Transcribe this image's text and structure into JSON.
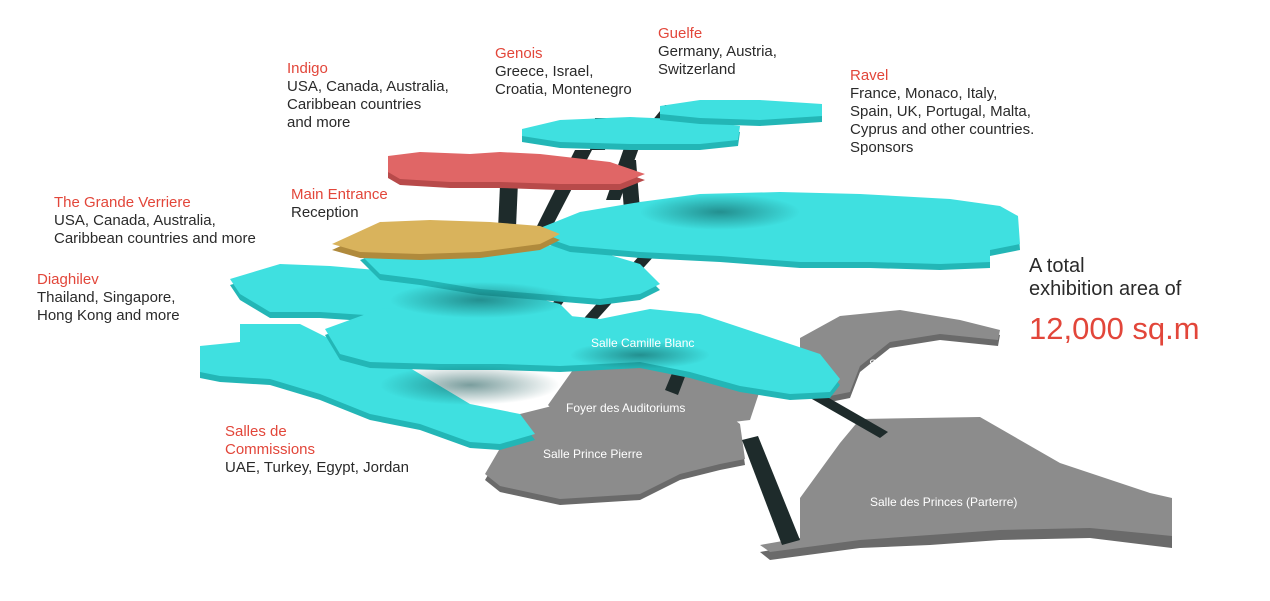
{
  "colors": {
    "cyan": "#3fe0e0",
    "cyan_edge": "#23b6b6",
    "grey": "#8c8c8c",
    "grey_edge": "#6a6a6a",
    "red": "#e06666",
    "gold": "#d9b35c",
    "pillar": "#1e2b2b",
    "title": "#e2463a"
  },
  "labels": [
    {
      "id": "indigo",
      "title": "Indigo",
      "lines": [
        "USA, Canada, Australia,",
        "Caribbean countries",
        "and more"
      ]
    },
    {
      "id": "genois",
      "title": "Genois",
      "lines": [
        "Greece, Israel,",
        "Croatia, Montenegro"
      ]
    },
    {
      "id": "guelfe",
      "title": "Guelfe",
      "lines": [
        "Germany, Austria,",
        "Switzerland"
      ]
    },
    {
      "id": "ravel",
      "title": "Ravel",
      "lines": [
        "France, Monaco, Italy,",
        "Spain, UK, Portugal, Malta,",
        "Cyprus and other countries.",
        "Sponsors"
      ]
    },
    {
      "id": "grande-verriere",
      "title": "The Grande Verriere",
      "lines": [
        "USA, Canada, Australia,",
        "Caribbean countries and more"
      ]
    },
    {
      "id": "main-entrance",
      "title": "Main Entrance",
      "lines": [
        "Reception"
      ]
    },
    {
      "id": "diaghilev",
      "title": "Diaghilev",
      "lines": [
        "Thailand, Singapore,",
        "Hong Kong and more"
      ]
    },
    {
      "id": "salles-de-commissions",
      "title": "Salles de\nCommissions",
      "lines": [
        "UAE, Turkey, Egypt, Jordan"
      ]
    }
  ],
  "venues": {
    "camille_blanc": "Salle Camille Blanc",
    "princes_balcon": "Salle des Princes (Balcon)",
    "foyer": "Foyer des Auditoriums",
    "prince_pierre": "Salle Prince Pierre",
    "princes_parterre": "Salle des Princes (Parterre)"
  },
  "total": {
    "line1": "A total",
    "line2": "exhibition area of",
    "area": "12,000 sq.m"
  }
}
